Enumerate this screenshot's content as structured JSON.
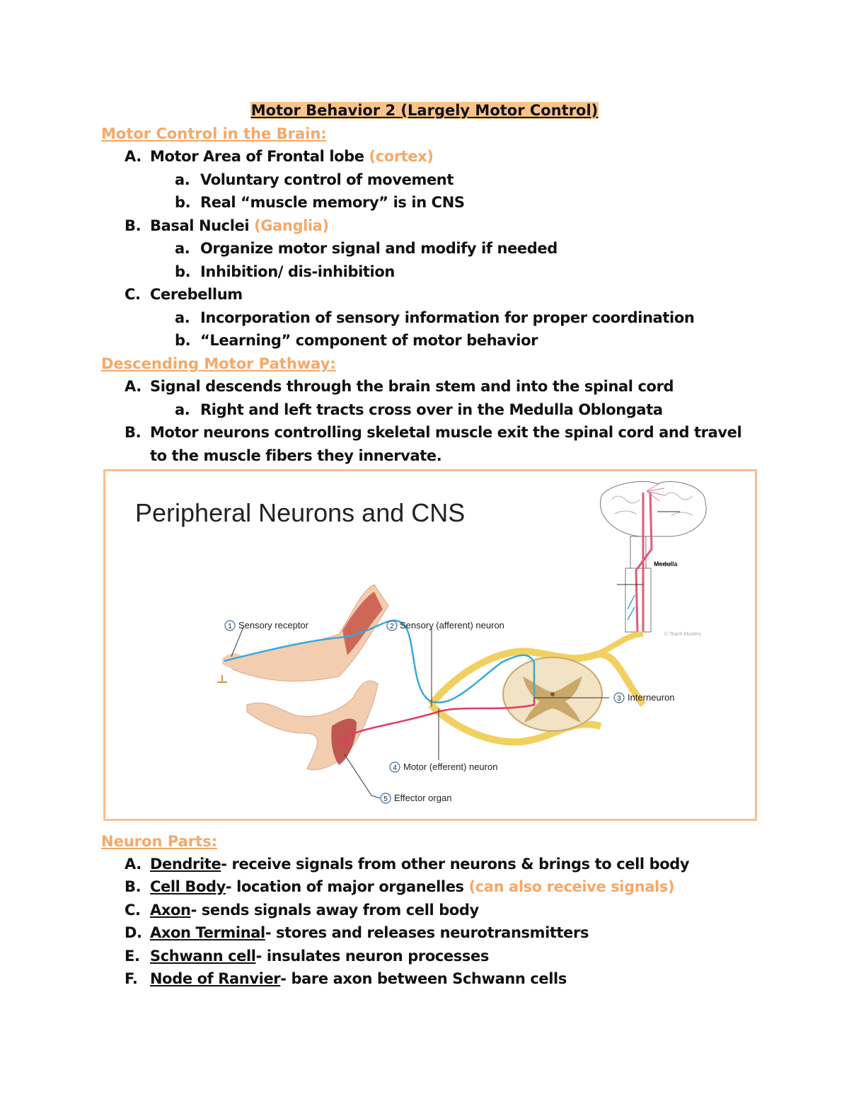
{
  "title": "Motor Behavior 2 (Largely Motor Control)",
  "section1": {
    "heading": "Motor Control in the Brain:",
    "items": [
      {
        "marker": "A.",
        "text": "Motor Area of Frontal lobe ",
        "note": "(cortex)",
        "sub": [
          {
            "marker": "a.",
            "text": "Voluntary control of movement"
          },
          {
            "marker": "b.",
            "text": "Real “muscle memory” is in CNS"
          }
        ]
      },
      {
        "marker": "B.",
        "text": "Basal Nuclei ",
        "note": "(Ganglia)",
        "sub": [
          {
            "marker": "a.",
            "text": "Organize motor signal and modify if needed"
          },
          {
            "marker": "b.",
            "text": "Inhibition/ dis-inhibition"
          }
        ]
      },
      {
        "marker": "C.",
        "text": "Cerebellum",
        "sub": [
          {
            "marker": "a.",
            "text": "Incorporation of sensory information for proper coordination"
          },
          {
            "marker": "b.",
            "text": "“Learning” component of motor behavior"
          }
        ]
      }
    ]
  },
  "section2": {
    "heading": "Descending Motor Pathway:",
    "items": [
      {
        "marker": "A.",
        "text": "Signal descends through the brain stem and into the spinal cord",
        "sub": [
          {
            "marker": "a.",
            "text": "Right and left tracts cross over in the Medulla Oblongata"
          }
        ]
      },
      {
        "marker": "B.",
        "text": "Motor neurons controlling skeletal muscle exit the spinal cord and travel to the muscle fibers they innervate."
      }
    ]
  },
  "figure": {
    "title": "Peripheral Neurons and CNS",
    "labels": {
      "sensory_receptor": "Sensory receptor",
      "sensory_neuron": "Sensory (afferent) neuron",
      "interneuron": "Interneuron",
      "motor_neuron": "Motor (efferent) neuron",
      "effector": "Effector organ",
      "medulla": "Medulla"
    },
    "numbers": [
      "1",
      "2",
      "3",
      "4",
      "5"
    ],
    "colors": {
      "sensory": "#3aa8d8",
      "motor": "#e03a6a",
      "nerve": "#f2d060",
      "cord": "#e8d3a8",
      "gray_matter": "#c9a86a"
    }
  },
  "section3": {
    "heading": "Neuron Parts:",
    "items": [
      {
        "marker": "A.",
        "term": "Dendrite",
        "text": "- receive signals from other neurons & brings to cell body"
      },
      {
        "marker": "B.",
        "term": "Cell Body",
        "text": "- location of major organelles ",
        "note": "(can also receive signals)"
      },
      {
        "marker": "C.",
        "term": "Axon",
        "text": "- sends signals away from cell body"
      },
      {
        "marker": "D.",
        "term": "Axon Terminal",
        "text": "- stores and releases neurotransmitters"
      },
      {
        "marker": "E.",
        "term": "Schwann cell",
        "text": "- insulates neuron processes"
      },
      {
        "marker": "F.",
        "term": "Node of Ranvier",
        "text": "- bare axon between Schwann cells"
      }
    ]
  }
}
